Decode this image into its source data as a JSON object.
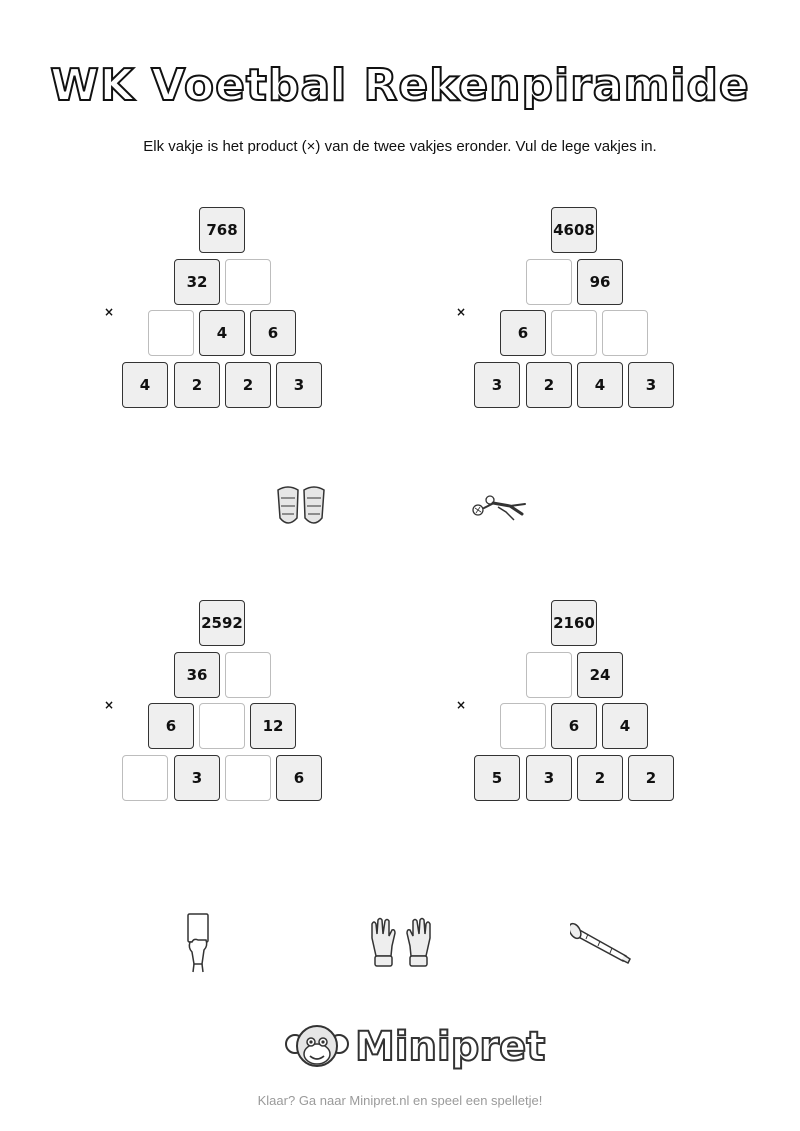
{
  "header": {
    "title": "WK Voetbal Rekenpiramide",
    "instructions": "Elk vakje is het product (×) van de twee vakjes eronder. Vul de lege vakjes in."
  },
  "operator_symbol": "×",
  "pyramids": [
    {
      "rows": [
        [
          "768"
        ],
        [
          "32",
          ""
        ],
        [
          "",
          "4",
          "6"
        ],
        [
          "4",
          "2",
          "2",
          "3"
        ]
      ]
    },
    {
      "rows": [
        [
          "4608"
        ],
        [
          "",
          "96"
        ],
        [
          "6",
          "",
          ""
        ],
        [
          "3",
          "2",
          "4",
          "3"
        ]
      ]
    },
    {
      "rows": [
        [
          "2592"
        ],
        [
          "36",
          ""
        ],
        [
          "6",
          "",
          "12"
        ],
        [
          "",
          "3",
          "",
          "6"
        ]
      ]
    },
    {
      "rows": [
        [
          "2160"
        ],
        [
          "",
          "24"
        ],
        [
          "",
          "6",
          "4"
        ],
        [
          "5",
          "3",
          "2",
          "2"
        ]
      ]
    }
  ],
  "decorations": [
    "shin-guards-icon",
    "diving-goalkeeper-icon",
    "red-card-icon",
    "goalkeeper-gloves-icon",
    "vuvuzela-icon"
  ],
  "brand": {
    "logo_text": "Minipret"
  },
  "footer": {
    "text": "Klaar? Ga naar Minipret.nl en speel een spelletje!"
  }
}
